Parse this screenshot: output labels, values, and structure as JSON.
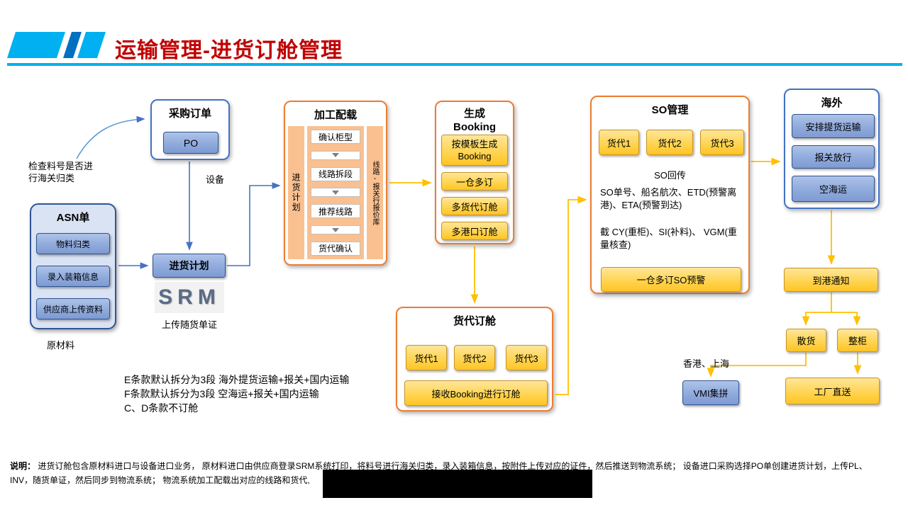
{
  "header": {
    "title": "运输管理-进货订舱管理"
  },
  "colors": {
    "accent_cyan": "#00B0F0",
    "accent_blue": "#4472C4",
    "accent_orange": "#ED7D31",
    "arrow_orange": "#FFC000",
    "title_red": "#C00000"
  },
  "purchase_order": {
    "title": "采购订单",
    "po_button": "PO",
    "device_label": "设备"
  },
  "check_note": "检查料号是否进行海关归类",
  "asn": {
    "title": "ASN单",
    "items": [
      "物料归类",
      "录入装箱信息",
      "供应商上传资料"
    ],
    "below_label": "原材料"
  },
  "inbound_plan": {
    "button": "进货计划",
    "logo": "SRM",
    "below_label": "上传随货单证"
  },
  "processing": {
    "title": "加工配载",
    "left_bar": "进货计划",
    "steps": [
      "确认柜型",
      "线路拆段",
      "推荐线路",
      "货代确认"
    ],
    "right_bar": "线路-报关行报价库"
  },
  "booking": {
    "title": "生成 Booking",
    "items": [
      "按模板生成Booking",
      "一仓多订",
      "多货代订舱",
      "多港口订舱"
    ]
  },
  "forwarder_booking": {
    "title": "货代订舱",
    "forwarders": [
      "货代1",
      "货代2",
      "货代3"
    ],
    "action": "接收Booking进行订舱"
  },
  "so": {
    "title": "SO管理",
    "forwarders": [
      "货代1",
      "货代2",
      "货代3"
    ],
    "line1": "SO回传",
    "line2": "SO单号、船名航次、ETD(预警离港)、ETA(预警到达)",
    "line3": "截 CY(重柜)、SI(补料)、 VGM(重量核查)",
    "action": "一仓多订SO预警"
  },
  "overseas": {
    "title": "海外",
    "items": [
      "安排提货运输",
      "报关放行",
      "空海运"
    ]
  },
  "arrival_notice": "到港通知",
  "bulk": "散货",
  "fcl": "整柜",
  "vmi": {
    "label": "VMI集拼",
    "above_label": "香港、上海"
  },
  "factory_direct": "工厂直送",
  "terms": [
    "E条款默认拆分为3段 海外提货运输+报关+国内运输",
    "F条款默认拆分为3段 空海运+报关+国内运输",
    "C、D条款不订舱"
  ],
  "footer": {
    "label": "说明：",
    "line1": " 进货订舱包含原材料进口与设备进口业务， 原材料进口由供应商登录SRM系统打印，将料号进行海关归类，录入装箱信息，按附件上传对应的证件，然后推送到物流系统； 设备进口采购选择PO单创建进货计划，上传PL、",
    "line2": "INV，随货单证，然后同步到物流系统； 物流系统加工配载出对应的线路和货代,"
  }
}
